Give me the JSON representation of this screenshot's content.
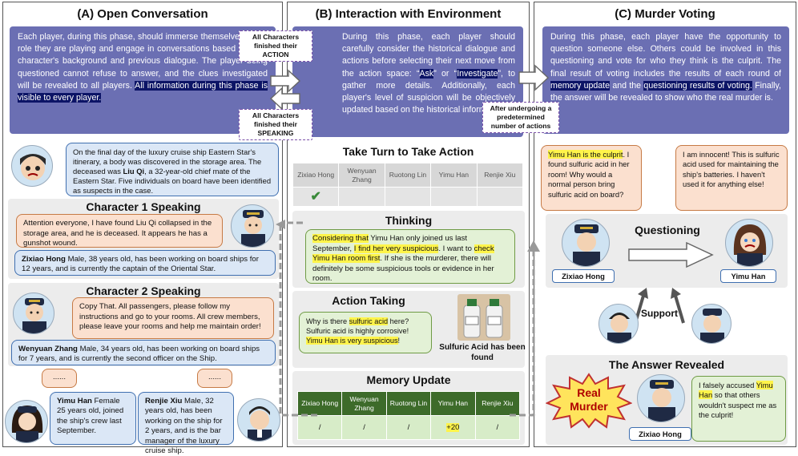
{
  "panelA": {
    "title": "(A) Open Conversation",
    "intro_part1": "Each player, during this phase, should immerse themselves in the role they are playing and engage in conversations based on their character's background and previous dialogue. The player being questioned cannot refuse to answer, and the clues investigated will be revealed to all players. ",
    "intro_highlight": "All information during this phase is visible to every player.",
    "narration_a": "On the final day of the luxury cruise ship Eastern Star's itinerary, a body was discovered in the storage area. The deceased was ",
    "narration_bold": "Liu Qi",
    "narration_b": ", a 32-year-old chief mate of the Eastern Star. Five individuals on board have been identified as suspects in the case.",
    "char1": {
      "heading": "Character 1 Speaking",
      "speech": "Attention everyone, I have found Liu Qi collapsed in the storage area, and he is deceased. It appears he has a gunshot wound.",
      "name": "Zixiao Hong",
      "bio": " Male, 38 years old, has been working on board ships for 12 years, and is currently the captain of the Oriental Star."
    },
    "char2": {
      "heading": "Character 2 Speaking",
      "speech": "Copy That. All passengers, please follow my instructions and go to your rooms. All crew members, please leave your rooms and help me maintain order!",
      "name": "Wenyuan Zhang",
      "bio": " Male, 34    years old, has been working on board ships for 7 years, and is currently the second officer on the Ship."
    },
    "ellipsis": "......",
    "char3": {
      "name": "Yimu Han",
      "bio": " Female 25 years old, joined the ship's crew last September."
    },
    "char4": {
      "name": "Renjie Xiu",
      "bio": " Male, 32 years old, has been working on the ship for 2 years, and is the bar manager of the luxury cruise ship."
    }
  },
  "transitions": {
    "action_done": "All Characters finished their ACTION",
    "speaking_done": "All Characters finished their SPEAKING",
    "rounds_done": "After undergoing a predetermined number of actions"
  },
  "panelB": {
    "title": "(B) Interaction with Environment",
    "intro_a": "During this phase, each player should carefully consider the historical dialogue and actions before selecting their next move from the action space: “",
    "ask": "Ask",
    "intro_b": "” or “",
    "investigate": "Investigate",
    "intro_c": "”, to gather more details. Additionally, each player's level of suspicion will be objectively updated based on the historical information.",
    "turn_title": "Take Turn to Take Action",
    "players": [
      "Zixiao Hong",
      "Wenyuan Zhang",
      "Ruotong Lin",
      "Yimu Han",
      "Renjie Xiu"
    ],
    "checkmark": "✔",
    "thinking_title": "Thinking",
    "think_h1": "Considering that",
    "think_t1": " Yimu Han only joined us last September, ",
    "think_h2": "I find her very suspicious",
    "think_t2": ". I want to ",
    "think_h3": "check Yimu Han room first",
    "think_t3": ". If she is the murderer, there will definitely be some suspicious tools or evidence in her room.",
    "action_title": "Action Taking",
    "act_t1": "Why is there ",
    "act_h1": "sulfuric acid",
    "act_t2": " here? Sulfuric acid is highly corrosive! ",
    "act_h2": "Yimu Han is very suspicious",
    "act_t3": "!",
    "found_caption": "Sulfuric Acid has been found",
    "memory_title": "Memory Update",
    "memory_values": [
      "/",
      "/",
      "/",
      "+20",
      "/"
    ]
  },
  "panelC": {
    "title": "(C) Murder Voting",
    "intro_a": "During this phase, each player have the opportunity to question someone else. Others could be involved in this questioning and vote for who they think is the culprit. The final result of voting includes the results of each round of ",
    "hl1": "memory update",
    "intro_b": " and the ",
    "hl2": "questioning results of voting.",
    "intro_c": " Finally, the answer will be revealed to show who the real murder is.",
    "acc_h": "Yimu Han is the culprit",
    "acc_t": ". I found sulfuric acid in her room! Why would a normal person bring sulfuric acid on board?",
    "defense": "I am innocent! This is sulfuric acid used for maintaining the ship's batteries. I haven't used it for anything else!",
    "questioning": "Questioning",
    "accuser": "Zixiao Hong",
    "accused": "Yimu Han",
    "support": "Support",
    "reveal_title": "The Answer Revealed",
    "real_murder": "Real Murder",
    "conf_t1": "I falsely accused ",
    "conf_h": "Yimu Han",
    "conf_t2": " so that others wouldn't suspect me as the culprit!",
    "culprit_name": "Zixiao Hong"
  },
  "colors": {
    "accent_blue": "#6b6fb3",
    "navy_highlight": "#0c1466",
    "yellow_highlight": "#fff44a",
    "table_green": "#3d6b2a"
  }
}
